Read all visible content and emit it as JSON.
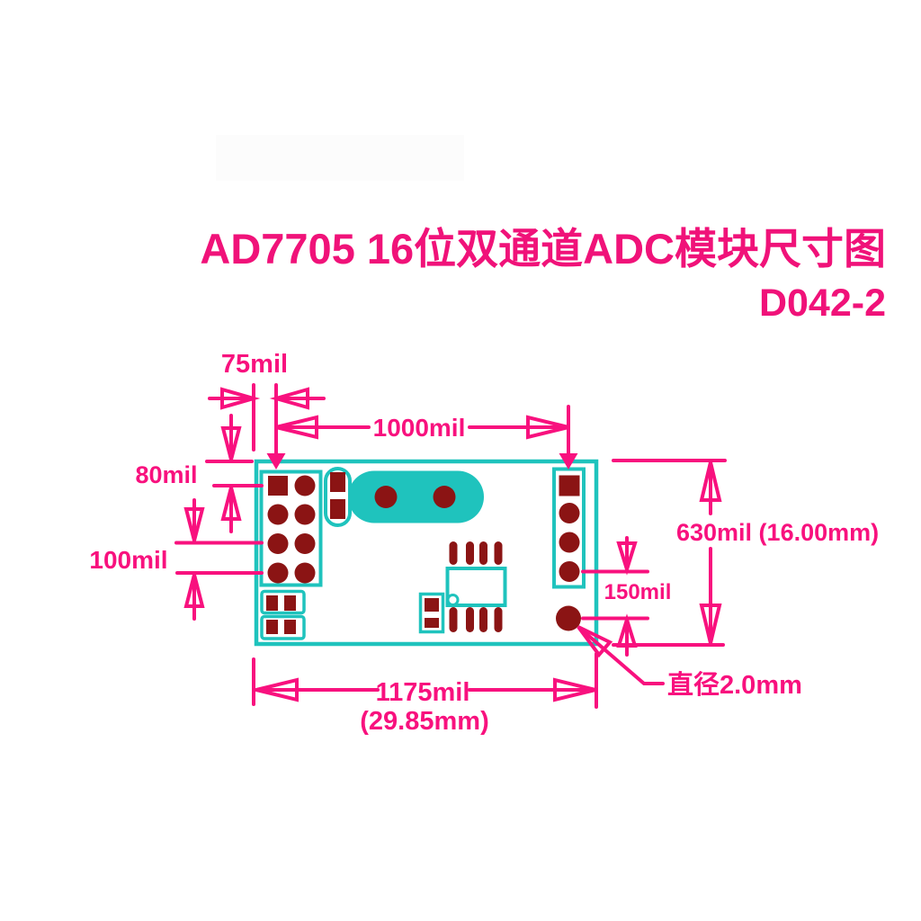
{
  "title": {
    "line1": "AD7705 16位双通道ADC模块尺寸图",
    "line2": "D042-2"
  },
  "dims": {
    "pin_offset": "75mil",
    "pin_span": "1000mil",
    "edge_to_pin": "80mil",
    "row_pitch": "100mil",
    "board_height": "630mil (16.00mm)",
    "pin_to_hole": "150mil",
    "board_width_mil": "1175mil",
    "board_width_mm": "(29.85mm)",
    "hole_diameter": "直径2.0mm"
  },
  "colors": {
    "dimension_pink": "#f8117e",
    "board_cyan": "#1fc3bd",
    "pad_dark_red": "#8b1414",
    "background": "#ffffff"
  }
}
